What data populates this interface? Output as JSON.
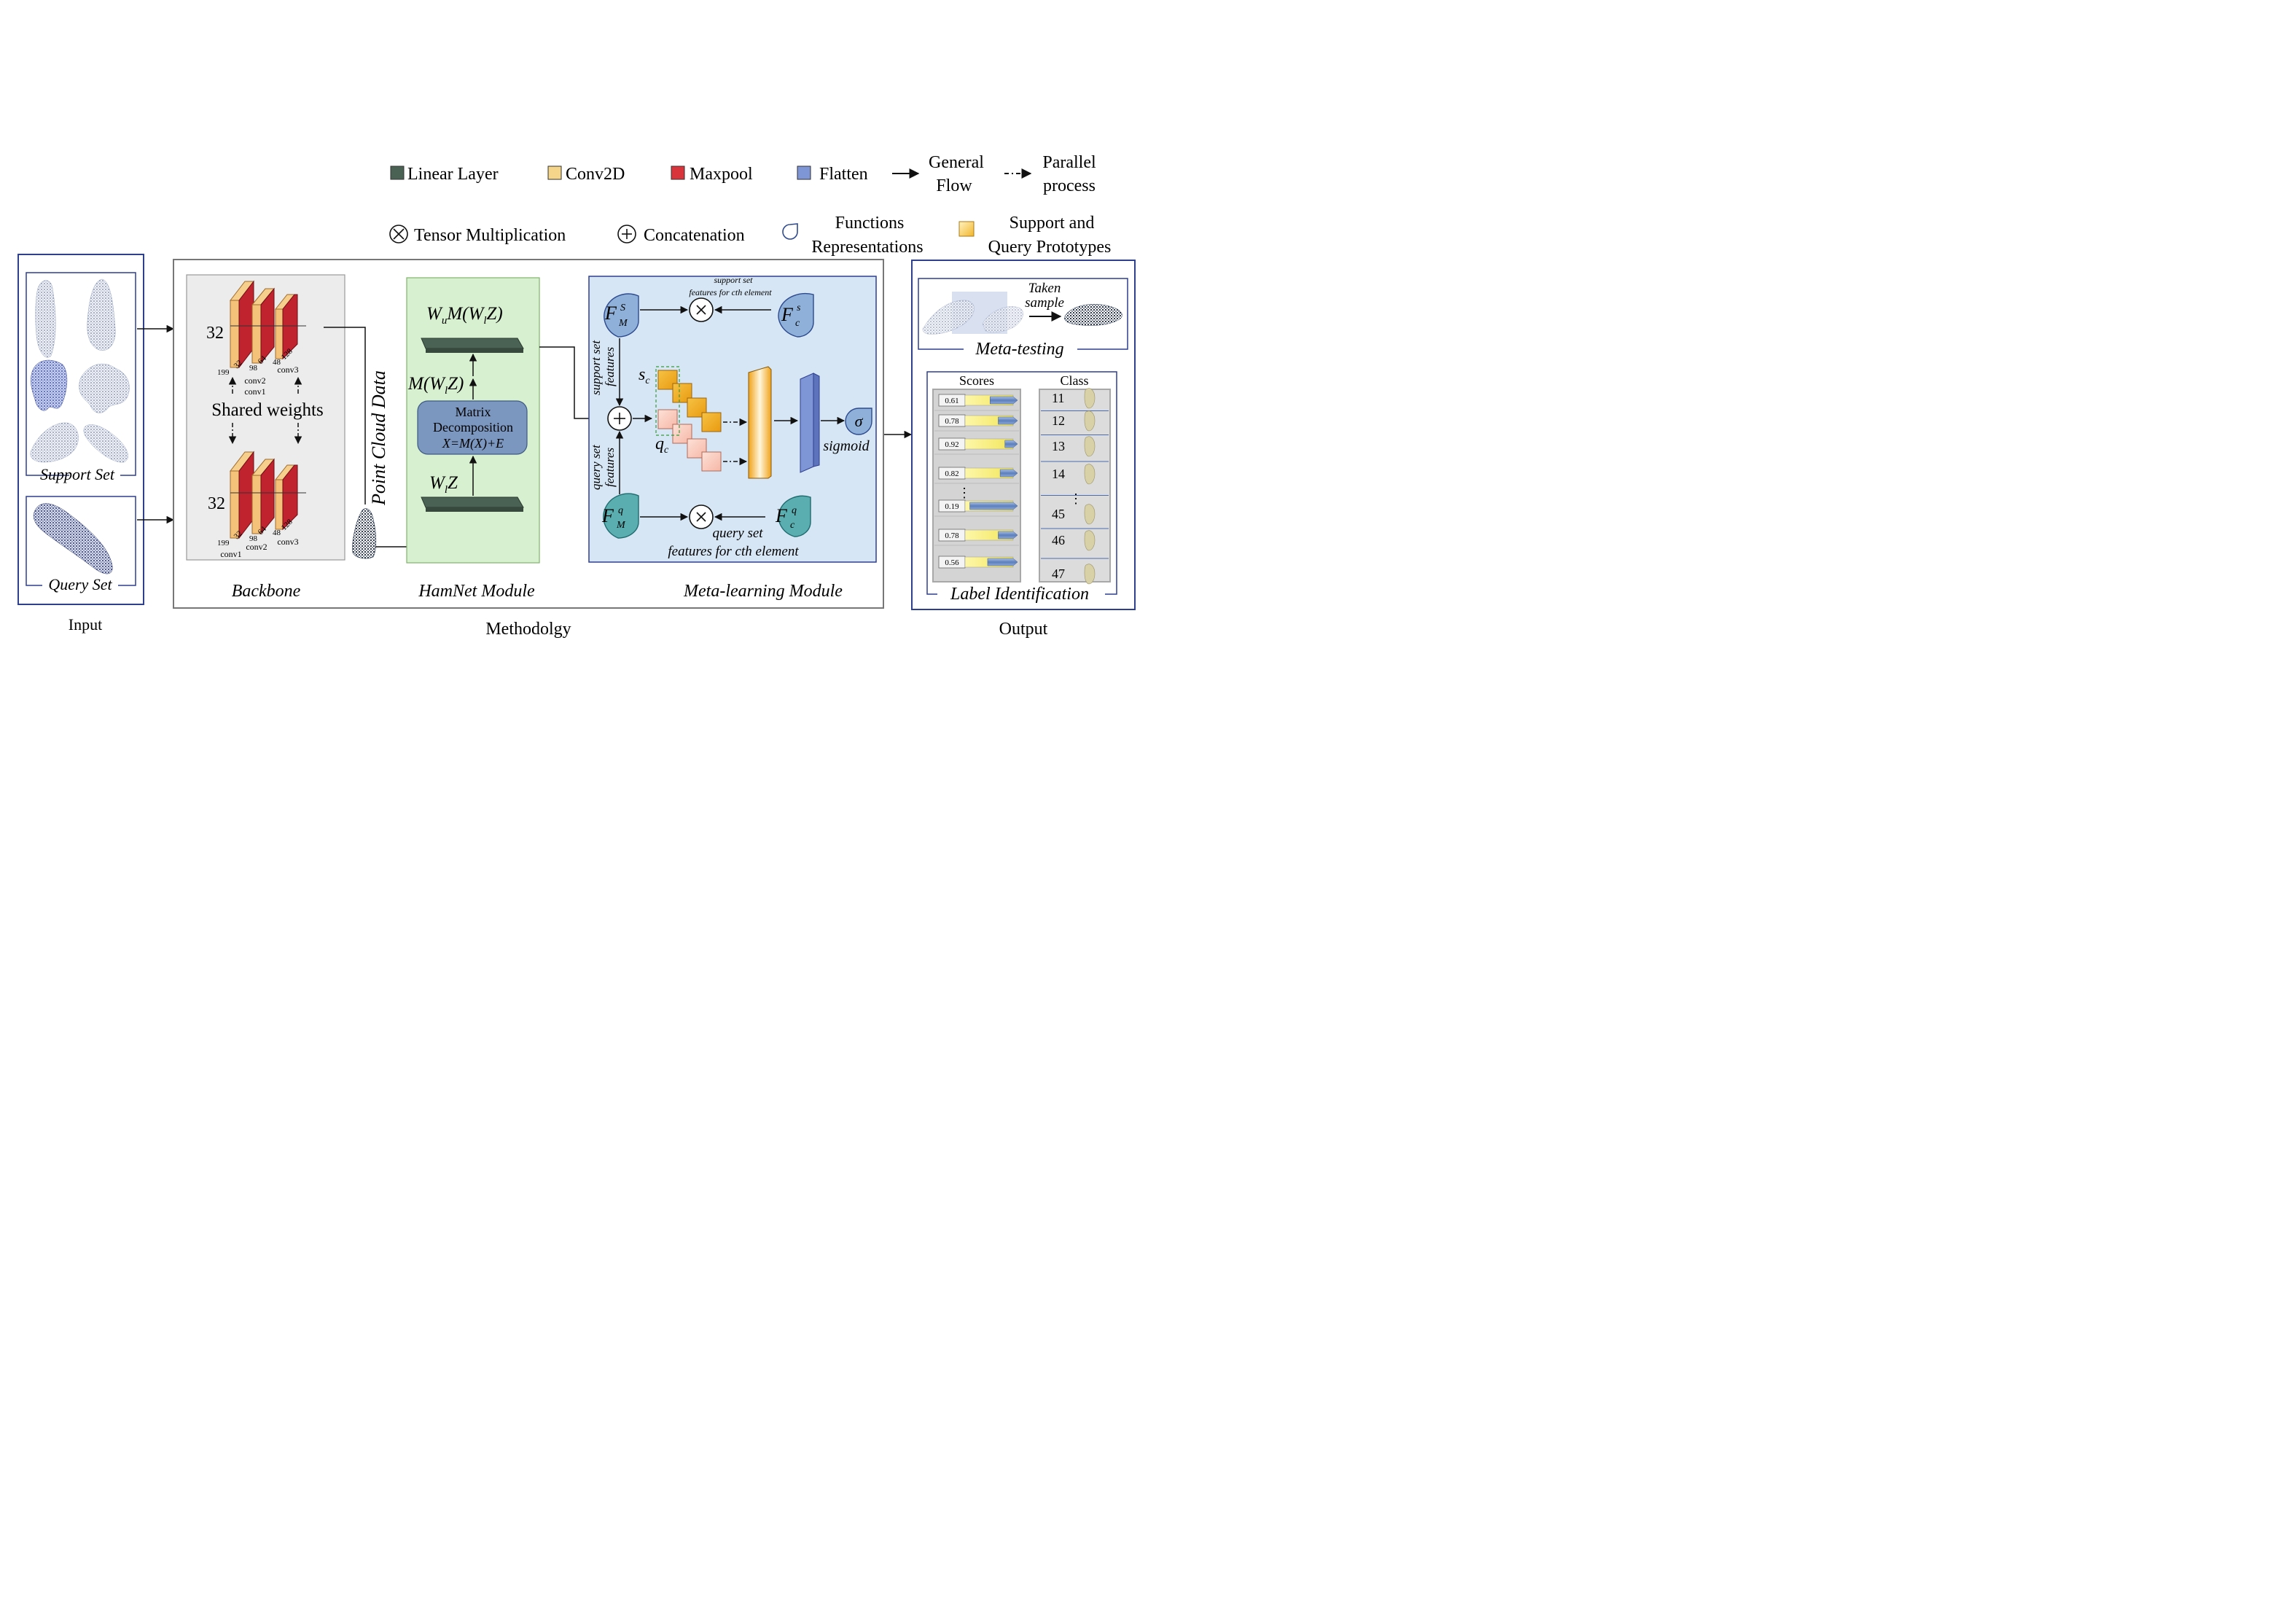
{
  "legend": {
    "linear_layer": "Linear Layer",
    "conv2d": "Conv2D",
    "maxpool": "Maxpool",
    "flatten": "Flatten",
    "general_flow": [
      "General",
      "Flow"
    ],
    "parallel_process": [
      "Parallel",
      "process"
    ],
    "tensor_multiplication": "Tensor Multiplication",
    "concatenation": "Concatenation",
    "functions_representations": [
      "Functions",
      "Representations"
    ],
    "prototypes": [
      "Support and",
      "Query Prototypes"
    ]
  },
  "colors": {
    "linear": "#4a6253",
    "conv": "#f5d58a",
    "maxpool": "#c0222e",
    "flatten": "#7f96d6",
    "hamnet_bg": "#d7f0cf",
    "meta_bg": "#d6e6f4",
    "backbone_bg": "#ececec",
    "frame": "#2e3f8f"
  },
  "input": {
    "support_set": "Support Set",
    "query_set": "Query Set",
    "caption": "Input"
  },
  "backbone": {
    "input_size_top": "32",
    "input_size_bottom": "32",
    "dims": [
      "199",
      "32",
      "98",
      "64",
      "48",
      "128"
    ],
    "conv1": "conv1",
    "conv2": "conv2",
    "conv3": "conv3",
    "shared_weights": "Shared weights",
    "caption": "Backbone"
  },
  "point_cloud_label": "Point Cloud Data",
  "hamnet": {
    "top_label": "W",
    "top_label_sub": "u",
    "top_label_rest": "M(W",
    "top_label_sub2": "l",
    "top_label_end": "Z)",
    "mid_label": "M(W",
    "mid_label_sub": "l",
    "mid_label_end": "Z)",
    "box_line1": "Matrix",
    "box_line2": "Decomposition",
    "box_line3": "X=M(X)+E",
    "bottom_label": "W",
    "bottom_label_sub": "l",
    "bottom_label_end": "Z",
    "caption": "HamNet Module"
  },
  "meta": {
    "support_features_top": "support set",
    "support_features_bottom": "features for cth element",
    "support_vertical": [
      "support set",
      "features"
    ],
    "query_vertical": [
      "query set",
      "features"
    ],
    "query_features_top": "query set",
    "query_features_bottom": "features for cth element",
    "sc": "s",
    "sc_sub": "c",
    "qc": "q",
    "qc_sub": "c",
    "sigma": "σ",
    "sigmoid": "sigmoid",
    "fm_s": "F",
    "fm_s_sup": "S",
    "fm_s_sub": "M",
    "fc_s": "F",
    "fc_s_sup": "s",
    "fc_s_sub": "c",
    "fm_q": "F",
    "fm_q_sup": "q",
    "fm_q_sub": "M",
    "fc_q": "F",
    "fc_q_sup": "q",
    "fc_q_sub": "c",
    "caption": "Meta-learning Module"
  },
  "methodology_caption": "Methodolgy",
  "output": {
    "taken_sample": [
      "Taken",
      "sample"
    ],
    "meta_testing": "Meta-testing",
    "scores_header": "Scores",
    "class_header": "Class",
    "scores": [
      "0.61",
      "0.78",
      "0.92",
      "0.82",
      "0.19",
      "0.78",
      "0.56"
    ],
    "classes": [
      "11",
      "12",
      "13",
      "14",
      "45",
      "46",
      "47"
    ],
    "ellipsis": "⋮",
    "label_identification": "Label Identification",
    "caption": "Output"
  }
}
